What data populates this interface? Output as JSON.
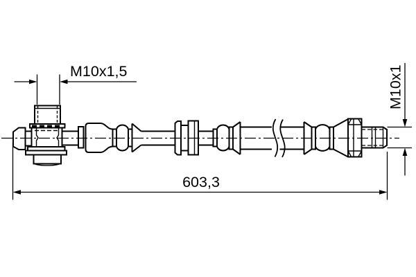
{
  "page": {
    "background": "#ffffff",
    "line_color": "#000000"
  },
  "diagram": {
    "type": "technical-drawing",
    "subject": "brake-hose-side-view",
    "labels": {
      "left_thread": "M10x1,5",
      "right_thread": "M10x1",
      "overall_length": "603,3"
    }
  }
}
